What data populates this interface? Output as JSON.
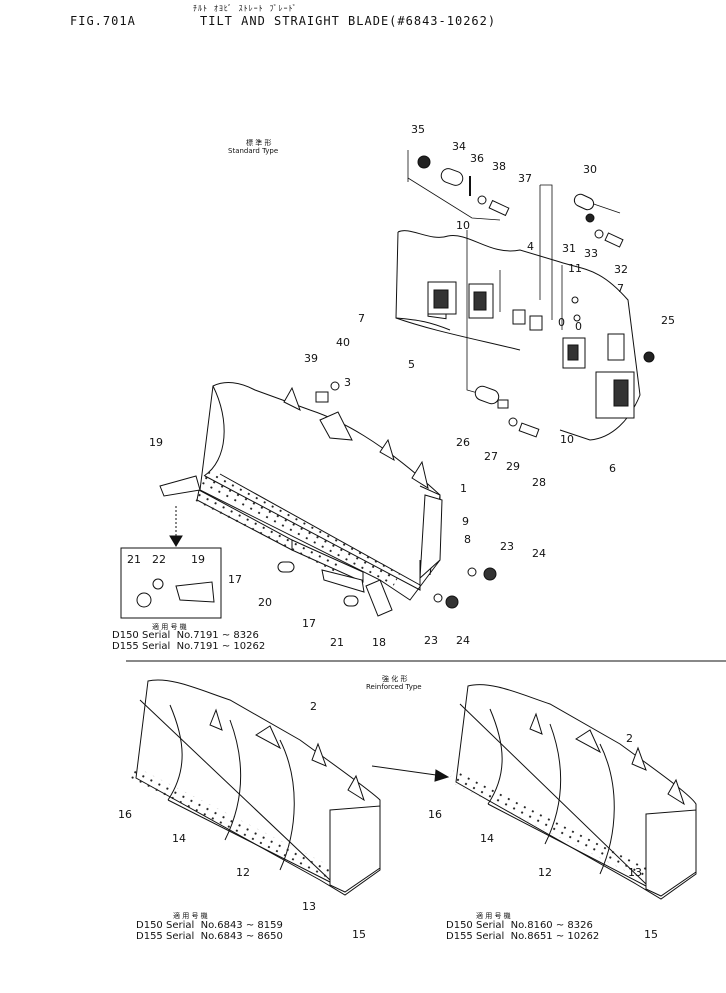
{
  "header": {
    "fig": "FIG.701A",
    "title": "TILT AND STRAIGHT BLADE(#6843-10262)",
    "subtitle_kana": "ﾁﾙﾄ ｵﾖﾋﾞ ｽﾄﾚｰﾄ ﾌﾞﾚｰﾄﾞ"
  },
  "sections": {
    "standard_jp": "標 準 形",
    "standard": "Standard Type",
    "reinforced_jp": "強 化 形",
    "reinforced": "Reinforced Type"
  },
  "inset_serial": {
    "heading": "適 用 号 機",
    "line1": "D150 Serial  No.7191 ~ 8326",
    "line2": "D155 Serial  No.7191 ~ 10262"
  },
  "left_serial": {
    "heading": "適 用 号 機",
    "line1": "D150 Serial  No.6843 ~ 8159",
    "line2": "D155 Serial  No.6843 ~ 8650"
  },
  "right_serial": {
    "heading": "適 用 号 機",
    "line1": "D150 Serial  No.8160 ~ 8326",
    "line2": "D155 Serial  No.8651 ~ 10262"
  },
  "callouts": [
    {
      "id": "c35",
      "text": "35"
    },
    {
      "id": "c34",
      "text": "34"
    },
    {
      "id": "c36",
      "text": "36"
    },
    {
      "id": "c38",
      "text": "38"
    },
    {
      "id": "c37",
      "text": "37"
    },
    {
      "id": "c30",
      "text": "30"
    },
    {
      "id": "c10a",
      "text": "10"
    },
    {
      "id": "c4",
      "text": "4"
    },
    {
      "id": "c31",
      "text": "31"
    },
    {
      "id": "c33",
      "text": "33"
    },
    {
      "id": "c32",
      "text": "32"
    },
    {
      "id": "c11",
      "text": "11"
    },
    {
      "id": "c0a",
      "text": "0"
    },
    {
      "id": "c0b",
      "text": "0"
    },
    {
      "id": "c7a",
      "text": "7"
    },
    {
      "id": "c7b",
      "text": "7"
    },
    {
      "id": "c25",
      "text": "25"
    },
    {
      "id": "c5",
      "text": "5"
    },
    {
      "id": "c39",
      "text": "39"
    },
    {
      "id": "c40",
      "text": "40"
    },
    {
      "id": "c3",
      "text": "3"
    },
    {
      "id": "c26",
      "text": "26"
    },
    {
      "id": "c27",
      "text": "27"
    },
    {
      "id": "c29",
      "text": "29"
    },
    {
      "id": "c28",
      "text": "28"
    },
    {
      "id": "c10b",
      "text": "10"
    },
    {
      "id": "c6",
      "text": "6"
    },
    {
      "id": "c19a",
      "text": "19"
    },
    {
      "id": "c1",
      "text": "1"
    },
    {
      "id": "c9",
      "text": "9"
    },
    {
      "id": "c8",
      "text": "8"
    },
    {
      "id": "c23a",
      "text": "23"
    },
    {
      "id": "c24a",
      "text": "24"
    },
    {
      "id": "c21a",
      "text": "21"
    },
    {
      "id": "c22",
      "text": "22"
    },
    {
      "id": "c19b",
      "text": "19"
    },
    {
      "id": "c17a",
      "text": "17"
    },
    {
      "id": "c20",
      "text": "20"
    },
    {
      "id": "c17b",
      "text": "17"
    },
    {
      "id": "c21b",
      "text": "21"
    },
    {
      "id": "c18",
      "text": "18"
    },
    {
      "id": "c23b",
      "text": "23"
    },
    {
      "id": "c24b",
      "text": "24"
    },
    {
      "id": "c2a",
      "text": "2"
    },
    {
      "id": "c16a",
      "text": "16"
    },
    {
      "id": "c14a",
      "text": "14"
    },
    {
      "id": "c12a",
      "text": "12"
    },
    {
      "id": "c13a",
      "text": "13"
    },
    {
      "id": "c15a",
      "text": "15"
    },
    {
      "id": "c2b",
      "text": "2"
    },
    {
      "id": "c16b",
      "text": "16"
    },
    {
      "id": "c14b",
      "text": "14"
    },
    {
      "id": "c12b",
      "text": "12"
    },
    {
      "id": "c13b",
      "text": "13"
    },
    {
      "id": "c15b",
      "text": "15"
    }
  ]
}
